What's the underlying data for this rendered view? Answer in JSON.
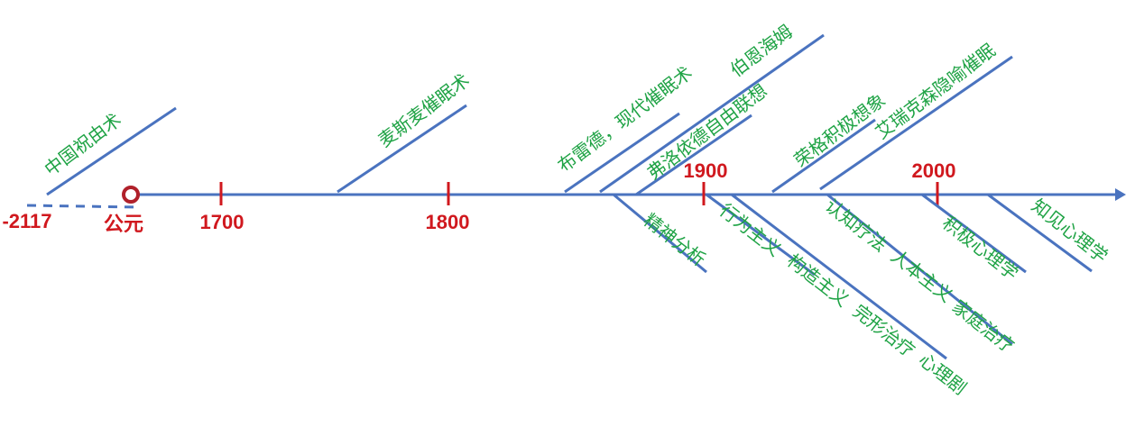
{
  "colors": {
    "axis": "#4a73bf",
    "year": "#d0181e",
    "label": "#1fa345",
    "marker": "#b0202a"
  },
  "timeline": {
    "years": [
      "-2117",
      "公元",
      "1700",
      "1800",
      "1900",
      "2000"
    ],
    "events_above": [
      "中国祝由术",
      "麦斯麦催眠术",
      "布雷德，现代催眠术",
      "伯恩海姆",
      "弗洛依德自由联想",
      "荣格积极想象",
      "艾瑞克森隐喻催眠"
    ],
    "events_below": [
      "精神分析",
      "行为主义",
      "构造主义",
      "完形治疗",
      "心理剧",
      "认知疗法",
      "人本主义",
      "家庭治疗",
      "积极心理学",
      "知见心理学"
    ]
  }
}
